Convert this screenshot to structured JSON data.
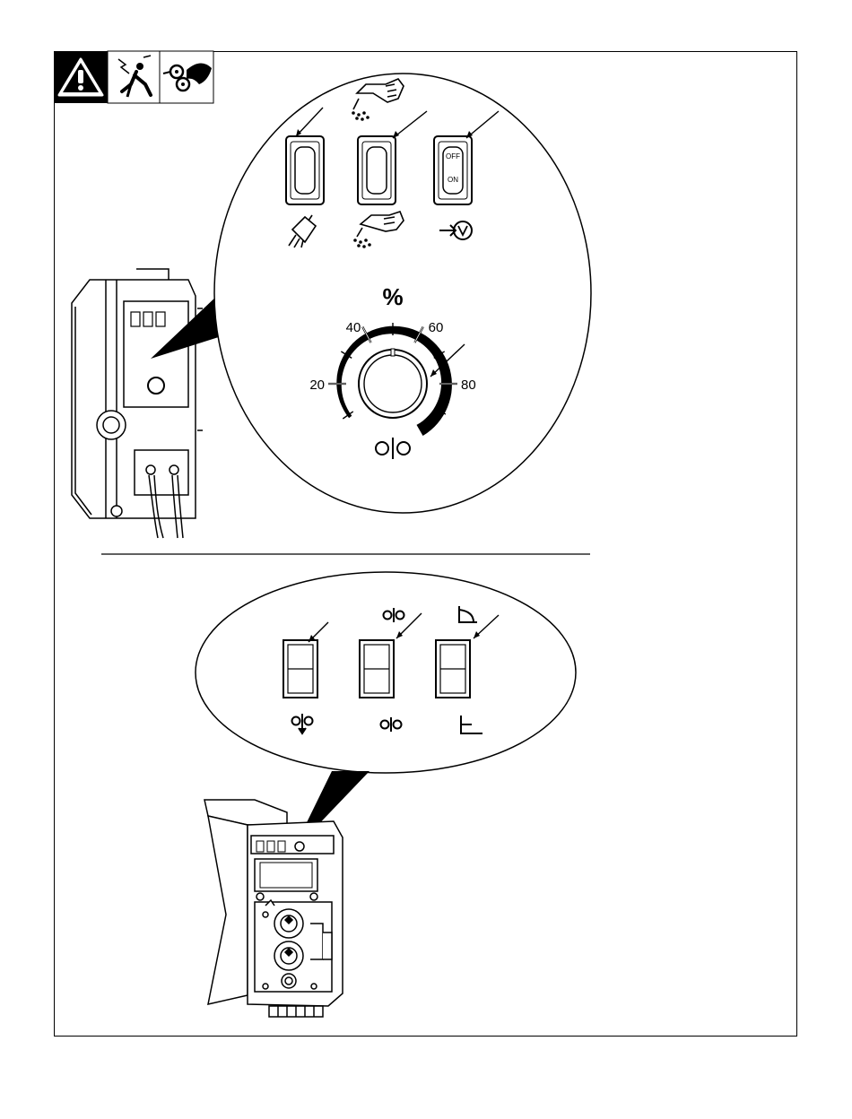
{
  "dial": {
    "unit_symbol": "%",
    "tick_labels": [
      "20",
      "40",
      "60",
      "80"
    ]
  },
  "switch_3": {
    "off_label": "OFF",
    "on_label": "ON"
  },
  "icons": {
    "safety_panel": [
      "warning-triangle-icon",
      "electric-shock-icon",
      "moving-parts-icon"
    ],
    "top_switches_above": [
      "gun-trigger-hand-icon"
    ],
    "top_switches_below": [
      "purge-gas-icon",
      "jog-wire-icon",
      "voltage-sensing-icon"
    ],
    "bottom_switches_above": [
      "wire-feed-icon",
      "weld-angle-icon"
    ],
    "bottom_switches_below": [
      "wire-feed-down-icon",
      "wire-feed-icon",
      "weld-flat-icon"
    ],
    "dial_below": [
      "wire-speed-icon"
    ]
  }
}
